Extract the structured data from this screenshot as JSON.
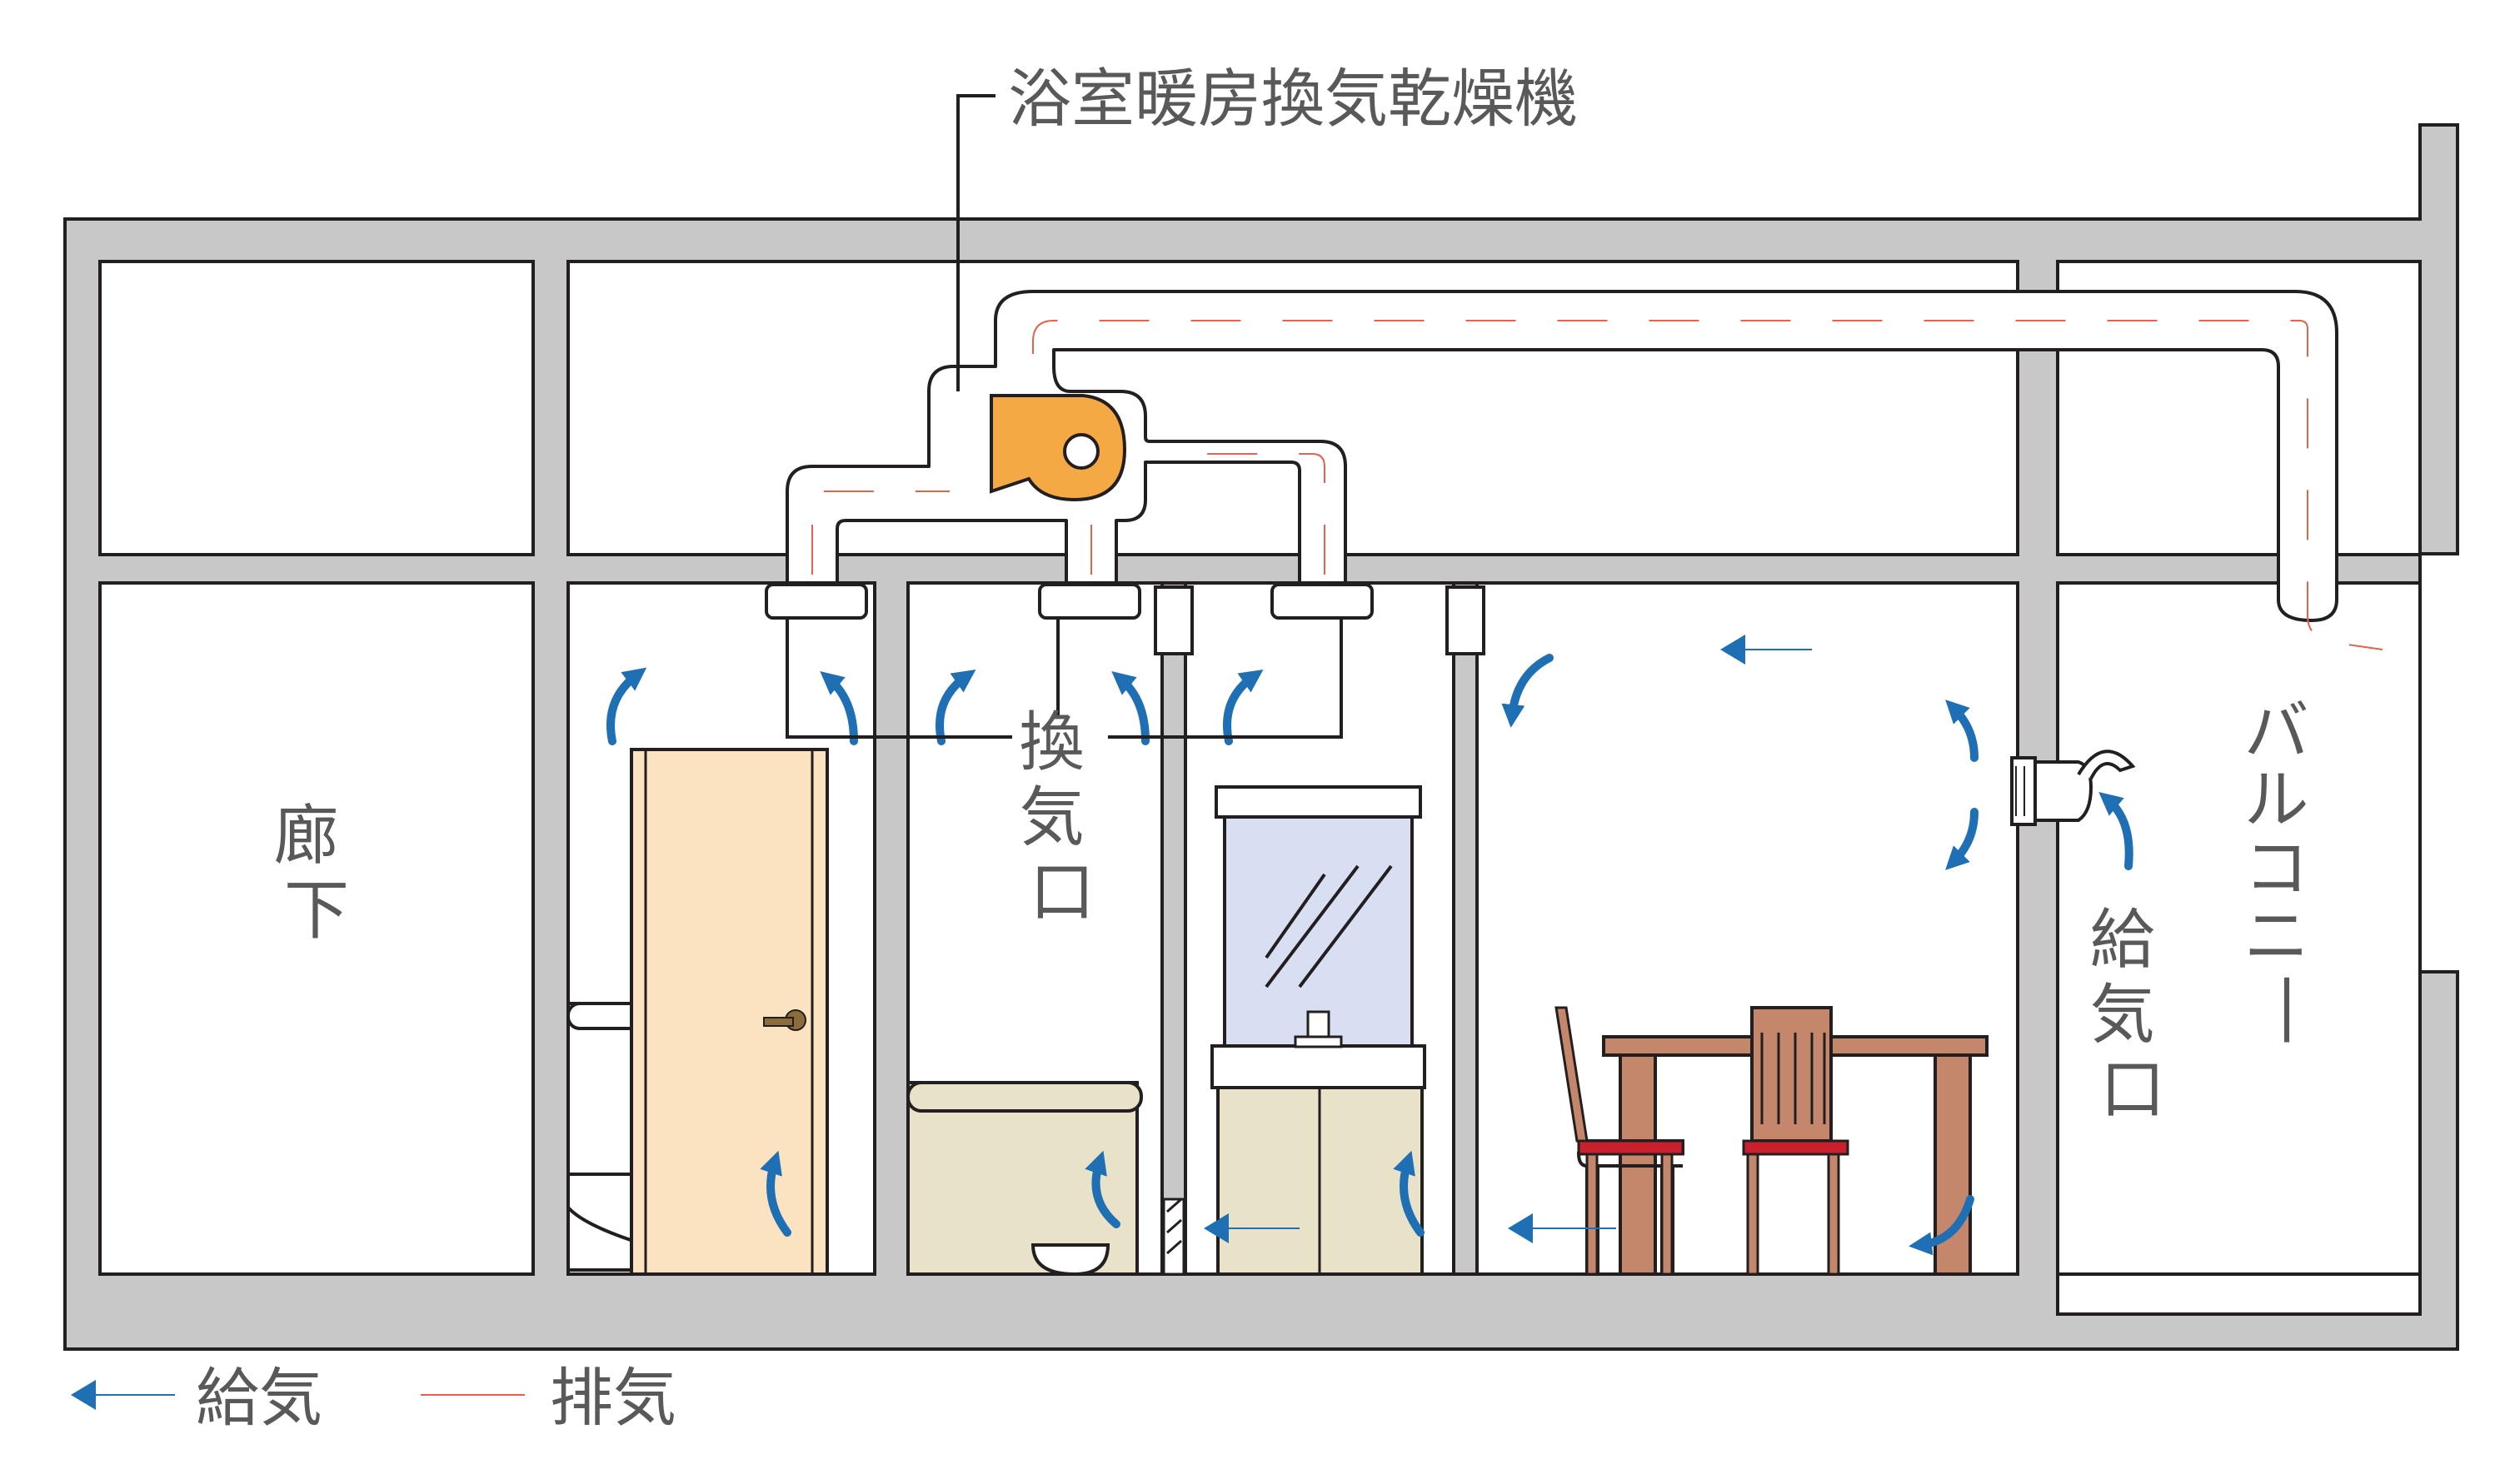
{
  "title": "浴室暖房換気乾燥機",
  "rooms": {
    "corridor": "廊下",
    "balcony": "バルコニー"
  },
  "vents": {
    "exhaust_port": "換気口",
    "supply_port": "給気口"
  },
  "legend": {
    "supply": "給気",
    "exhaust": "排気"
  },
  "colors": {
    "wall": "#c8c8c8",
    "outline": "#231f20",
    "supply_arrow": "#1f6fb5",
    "exhaust_line": "#e8614a",
    "fan": "#f5a945",
    "door": "#fbe3c2",
    "fixture": "#e8e2c8",
    "mirror": "#d9dff2",
    "furniture": "#c4876b",
    "seat": "#c8202c",
    "label": "#595959"
  },
  "icons": [
    "fan-icon",
    "toilet-icon",
    "door-icon",
    "bathtub-icon",
    "washbasin-icon",
    "dining-table-icon",
    "chair-icon",
    "supply-vent-icon"
  ]
}
